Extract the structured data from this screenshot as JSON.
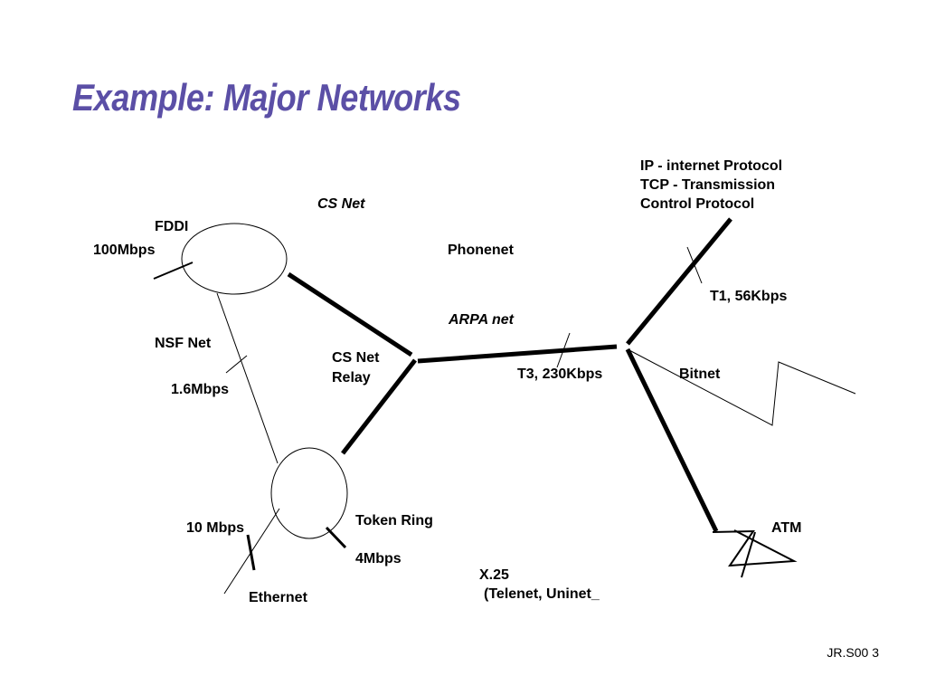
{
  "title": "Example: Major Networks",
  "footer": "JR.S00 3",
  "labels": {
    "fddi": "FDDI",
    "fddi_speed": "100Mbps",
    "cs_net": "CS Net",
    "phonenet": "Phonenet",
    "arpa_net": "ARPA net",
    "nsf_net": "NSF Net",
    "nsf_speed": "1.6Mbps",
    "cs_net_relay_1": "CS Net",
    "cs_net_relay_2": "Relay",
    "t3_speed": "T3, 230Kbps",
    "bitnet": "Bitnet",
    "t1_speed": "T1, 56Kbps",
    "protocol_line_1": "IP - internet Protocol",
    "protocol_line_2": "TCP - Transmission",
    "protocol_line_3": "Control Protocol",
    "ethernet_speed": "10 Mbps",
    "token_ring": "Token Ring",
    "token_ring_speed": "4Mbps",
    "ethernet": "Ethernet",
    "x25_line_1": "X.25",
    "x25_line_2": "(Telenet, Uninet_",
    "atm": "ATM"
  },
  "colors": {
    "title": "#5B4FA6",
    "lines": "#000000"
  }
}
